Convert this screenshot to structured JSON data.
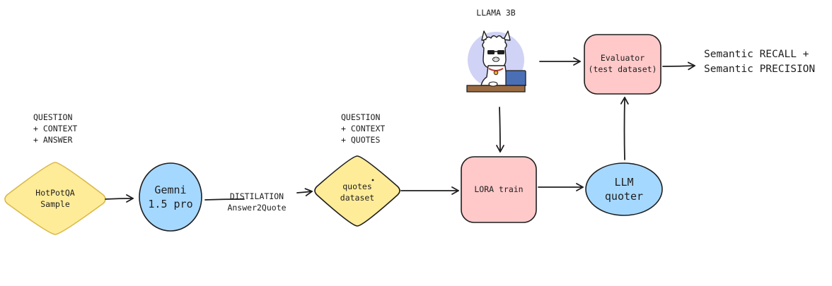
{
  "nodes": {
    "hotpot": {
      "line1": "HotPotQA",
      "line2": "Sample"
    },
    "gemini": {
      "line1": "Gemni",
      "line2": "1.5 pro"
    },
    "quotes": {
      "line1": "quotes",
      "line2": "dataset"
    },
    "lora": {
      "label": "LORA train"
    },
    "quoter": {
      "line1": "LLM",
      "line2": "quoter"
    },
    "evaluator": {
      "line1": "Evaluator",
      "line2": "(test dataset)"
    }
  },
  "labels": {
    "llama": "LLAMA 3B",
    "input_annotation": {
      "line1": "QUESTION",
      "line2": "+ CONTEXT",
      "line3": "+ ANSWER"
    },
    "dataset_annotation": {
      "line1": "QUESTION",
      "line2": "+ CONTEXT",
      "line3": "+ QUOTES"
    },
    "distillation": {
      "line1": "DISTILATION",
      "line2": "Answer2Quote"
    },
    "metrics": {
      "line1": "Semantic RECALL +",
      "line2": "Semantic PRECISION"
    }
  },
  "colors": {
    "yellow_fill": "#ffec99",
    "yellow_stroke": "#e0c04a",
    "blue_fill": "#a5d8ff",
    "pink_fill": "#ffc9c9",
    "stroke": "#1e1e1e",
    "llama_halo": "#d0d3f5"
  }
}
